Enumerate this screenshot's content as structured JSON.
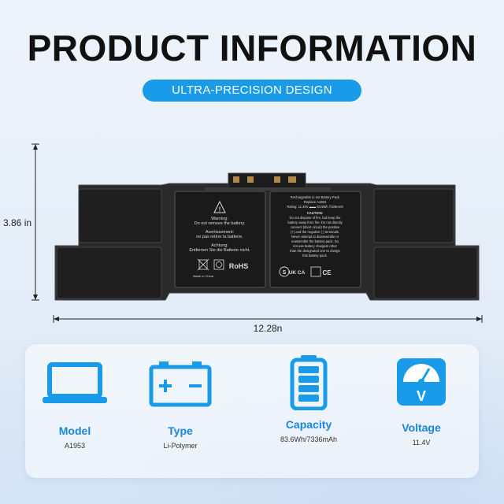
{
  "title": "PRODUCT INFORMATION",
  "subtitle": "ULTRA-PRECISION DESIGN",
  "dimensions": {
    "height": "3.86 in",
    "width": "12.28n"
  },
  "battery_labels": {
    "left_warning_1": "Warning:",
    "left_warning_2": "Do not remove the battery.",
    "left_avert_1": "Avertissement:",
    "left_avert_2": "ne pas retirer la batterie.",
    "left_achtung_1": "Achtung:",
    "left_achtung_2": "Entfernen Sie die Batterie nicht.",
    "left_made": "Made in China",
    "rohs": "RoHS",
    "right_line_1": "Rechargeable Li-ion Battery Pack",
    "right_line_2": "Replace A1953",
    "right_line_3": "Rating: 11.40V ▬▬ 83.6Wh 7336mAh",
    "right_caution": "CAUTION:",
    "right_caution_lines": [
      "Do not dispose of fire, but keep the",
      "battery away from fire. Do not directly",
      "connect (short circuit) the positive",
      "(+) and the negative (-) terminals.",
      "Never attempt to disassemble or",
      "reassemble the battery pack. Do",
      "not use battery chargers other",
      "than the designated one to charge",
      "this battery pack."
    ],
    "mark_s": "S",
    "mark_ukca": "UK CA",
    "mark_ce": "CE"
  },
  "features": [
    {
      "icon": "laptop-icon",
      "label": "Model",
      "value": "A1953"
    },
    {
      "icon": "car-battery-icon",
      "label": "Type",
      "value": "Li-Polymer"
    },
    {
      "icon": "battery-level-icon",
      "label": "Capacity",
      "value": "83.6Wh/7336mAh"
    },
    {
      "icon": "voltmeter-icon",
      "label": "Voltage",
      "value": "11.4V"
    }
  ],
  "colors": {
    "accent": "#1a9bea",
    "label": "#1a86dc",
    "battery": "#1f1f1f"
  }
}
